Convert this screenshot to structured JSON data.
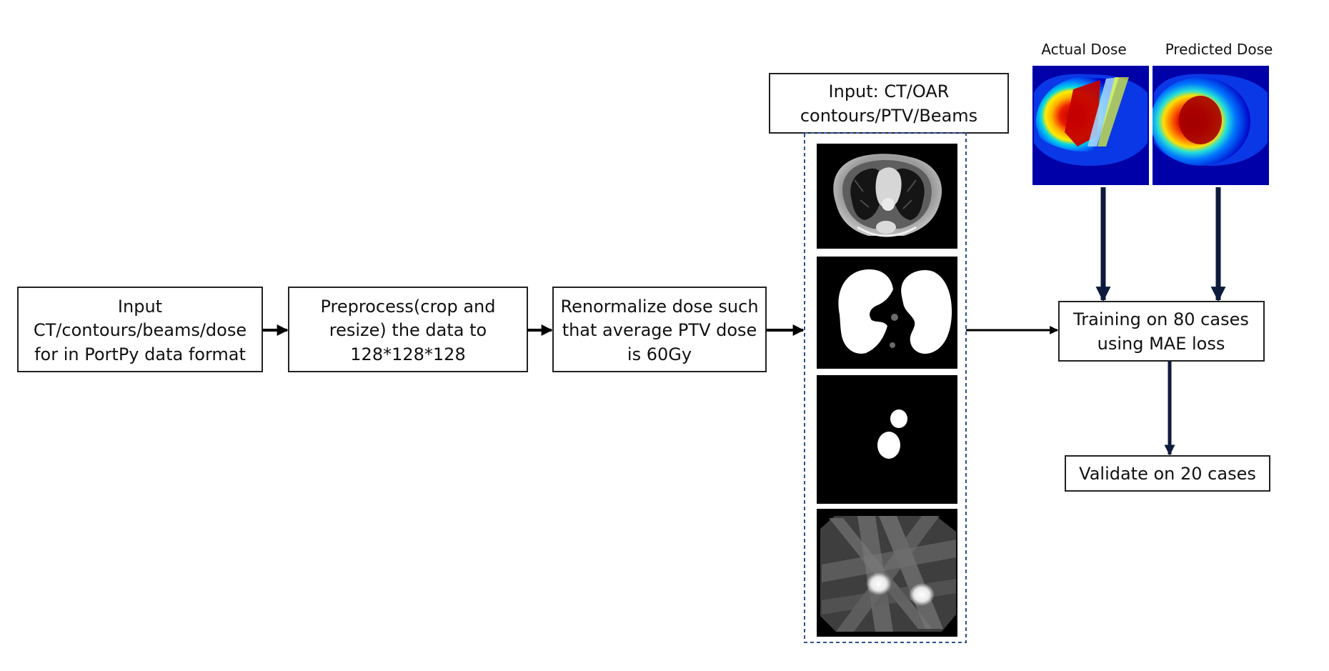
{
  "steps": {
    "input": {
      "line1": "Input",
      "line2": "CT/contours/beams/dose",
      "line3": "for in PortPy data format"
    },
    "preprocess": {
      "line1": "Preprocess(crop and",
      "line2": "resize) the data to",
      "line3": "128*128*128"
    },
    "renormalize": {
      "line1": "Renormalize dose such",
      "line2": "that average PTV dose",
      "line3": "is 60Gy"
    },
    "model_input": {
      "line1": "Input: CT/OAR",
      "line2": "contours/PTV/Beams"
    },
    "training": {
      "line1": "Training on 80 cases",
      "line2": "using MAE loss"
    },
    "validate": {
      "line1": "Validate on 20 cases"
    }
  },
  "dose_maps": {
    "actual_label": "Actual Dose",
    "predicted_label": "Predicted Dose"
  },
  "input_stack": [
    "ct-slice",
    "oar-contour-mask",
    "ptv-mask",
    "beam-dose-map"
  ],
  "colors": {
    "box_border": "#222222",
    "dashed_border": "#2f4f8f",
    "arrow": "#000000",
    "dark_arrow": "#0f1b3d"
  }
}
